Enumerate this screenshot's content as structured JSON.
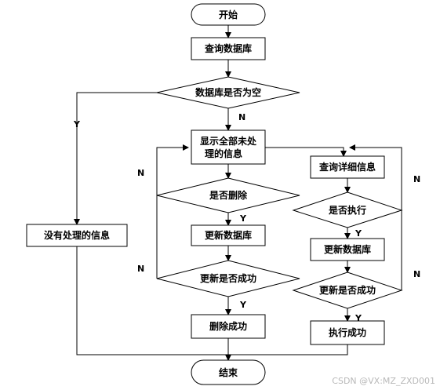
{
  "diagram": {
    "nodes": {
      "start": "开始",
      "query_db": "查询数据库",
      "db_empty": "数据库是否为空",
      "show_all_line1": "显示全部未处",
      "show_all_line2": "理的信息",
      "no_unprocessed": "没有处理的信息",
      "delete_q": "是否删除",
      "update_db_left": "更新数据库",
      "update_ok_left": "更新是否成功",
      "delete_ok": "删除成功",
      "query_detail": "查询详细信息",
      "execute_q": "是否执行",
      "update_db_right": "更新数据库",
      "update_ok_right": "更新是否成功",
      "execute_ok": "执行成功",
      "end": "结束"
    },
    "edge_labels": {
      "empty_yes": "Y",
      "empty_no": "N",
      "delete_no": "N",
      "delete_yes": "Y",
      "update_left_no": "N",
      "update_left_yes": "Y",
      "execute_no": "N",
      "execute_yes": "Y",
      "update_right_no": "N",
      "update_right_yes": "Y"
    }
  },
  "watermark": "CSDN @VX:MZ_ZXD001"
}
